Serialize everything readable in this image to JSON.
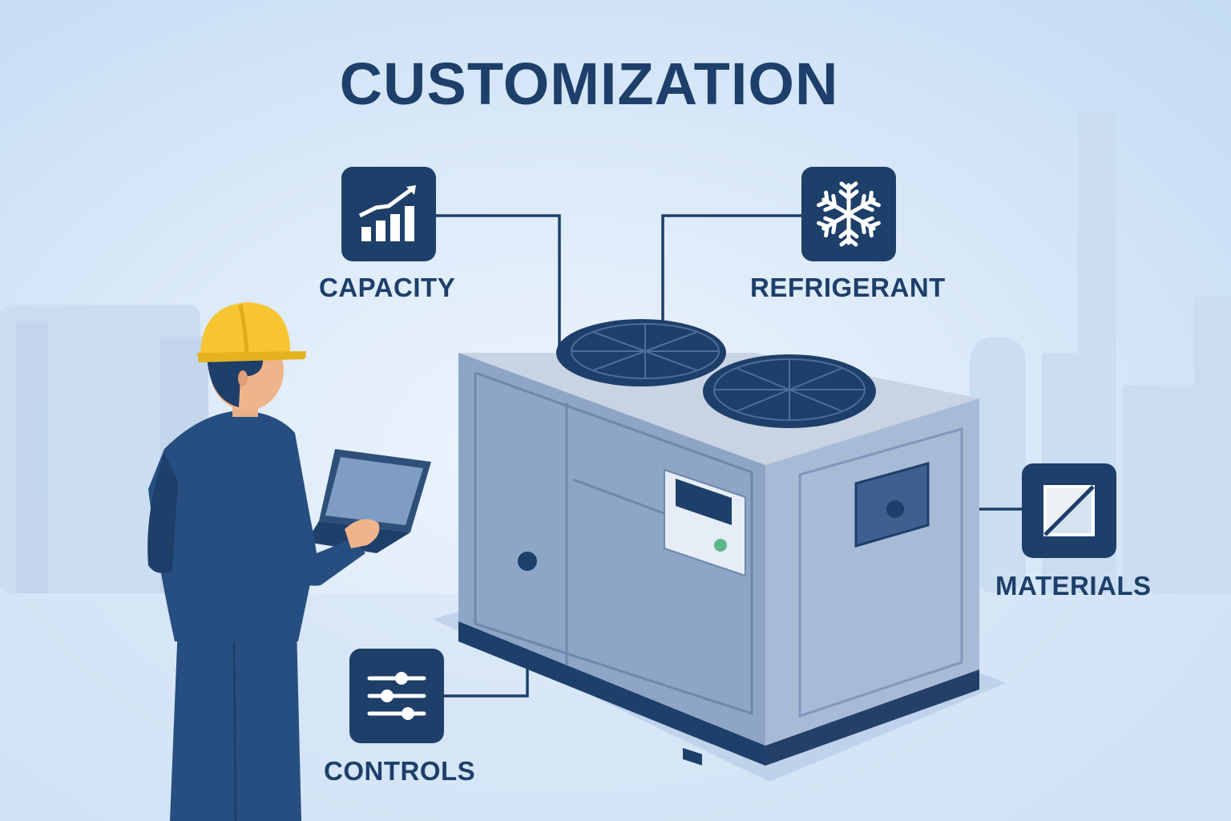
{
  "title": "CUSTOMIZATION",
  "features": {
    "capacity": {
      "label": "CAPACITY",
      "icon": "bar-chart-growth-icon"
    },
    "refrigerant": {
      "label": "REFRIGERANT",
      "icon": "snowflake-icon"
    },
    "materials": {
      "label": "MATERIALS",
      "icon": "material-panel-icon"
    },
    "controls": {
      "label": "CONTROLS",
      "icon": "sliders-icon"
    }
  },
  "colors": {
    "navy": "#1d3f6a",
    "unit_front": "#8fa6c6",
    "unit_side": "#a9bcd6",
    "unit_top": "#c9d4e4",
    "hard_hat": "#f6c531",
    "indicator_green": "#5bb88a"
  }
}
